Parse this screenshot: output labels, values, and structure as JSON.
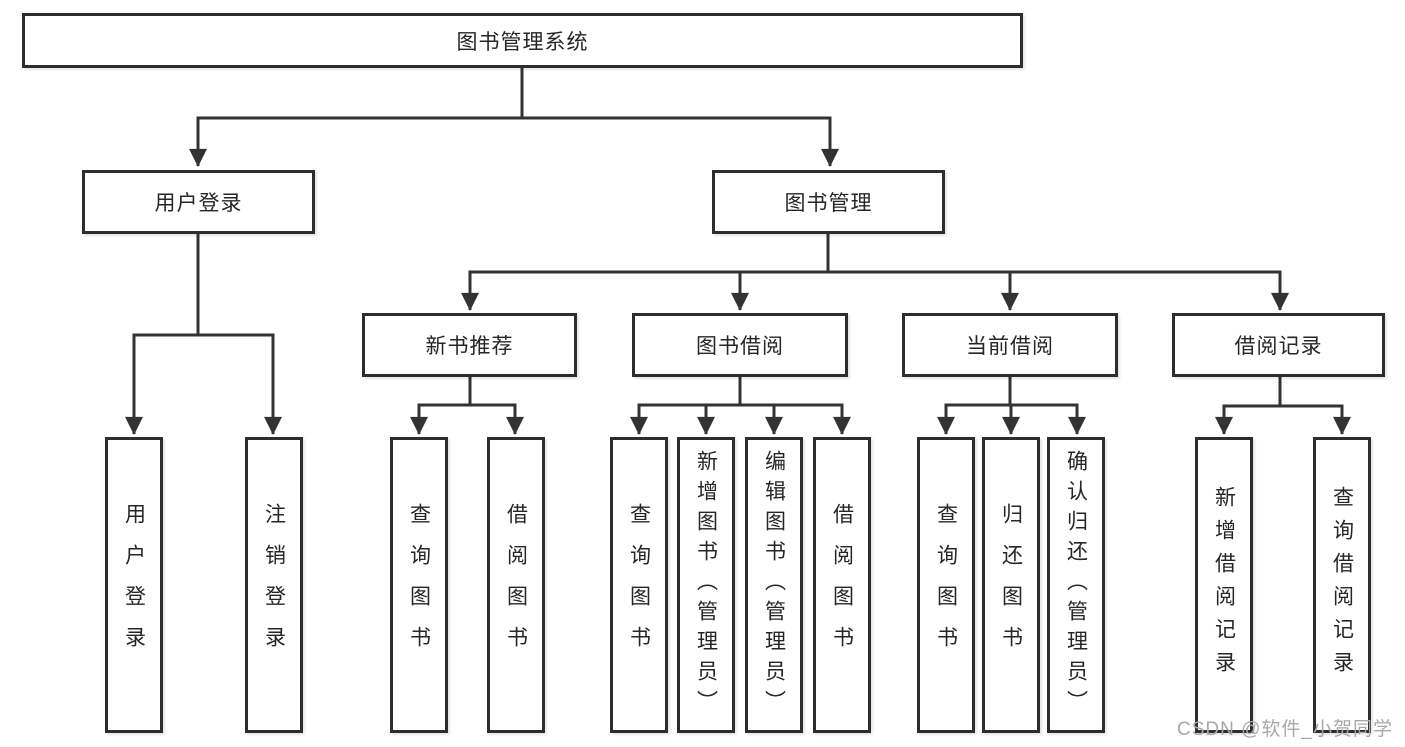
{
  "diagram": {
    "type": "tree",
    "watermark": "CSDN @软件_小贺同学",
    "colors": {
      "line": "#333333",
      "box_border": "#2d2d2d",
      "text": "#262626",
      "background": "#ffffff",
      "watermark": "#a8a8a8"
    }
  },
  "tree": {
    "label": "图书管理系统",
    "children": [
      {
        "label": "用户登录",
        "children": [
          {
            "label": "用户登录"
          },
          {
            "label": "注销登录"
          }
        ]
      },
      {
        "label": "图书管理",
        "children": [
          {
            "label": "新书推荐",
            "children": [
              {
                "label": "查询图书"
              },
              {
                "label": "借阅图书"
              }
            ]
          },
          {
            "label": "图书借阅",
            "children": [
              {
                "label": "查询图书"
              },
              {
                "label": "新增图书（管理员）"
              },
              {
                "label": "编辑图书（管理员）"
              },
              {
                "label": "借阅图书"
              }
            ]
          },
          {
            "label": "当前借阅",
            "children": [
              {
                "label": "查询图书"
              },
              {
                "label": "归还图书"
              },
              {
                "label": "确认归还（管理员）"
              }
            ]
          },
          {
            "label": "借阅记录",
            "children": [
              {
                "label": "新增借阅记录"
              },
              {
                "label": "查询借阅记录"
              }
            ]
          }
        ]
      }
    ]
  }
}
